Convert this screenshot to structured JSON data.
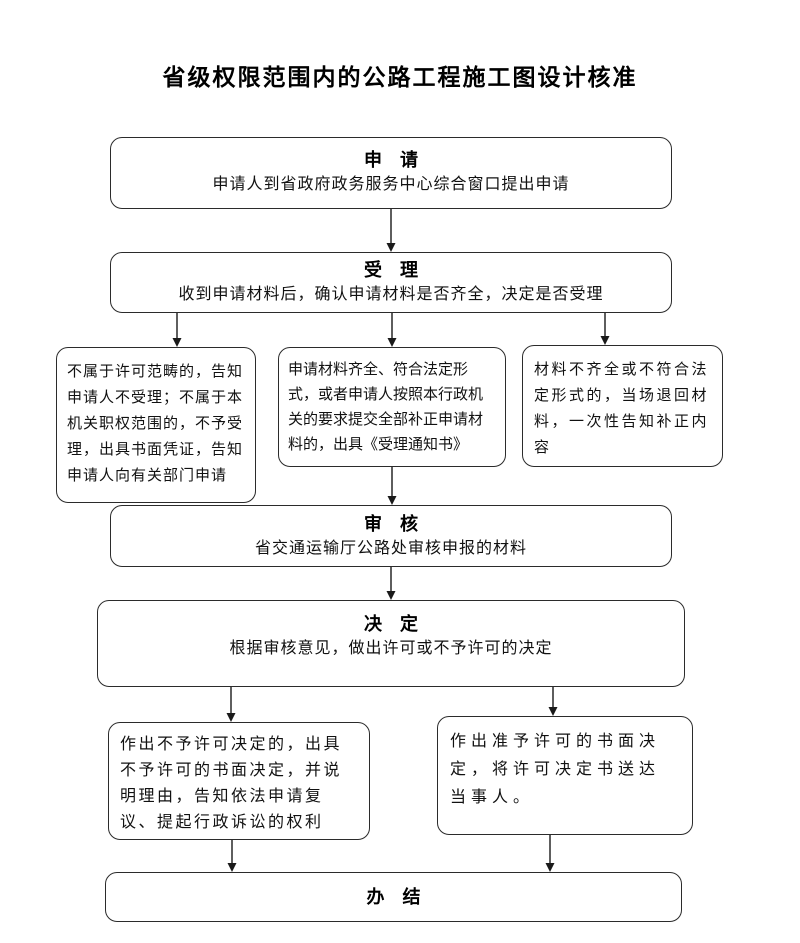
{
  "title": "省级权限范围内的公路工程施工图设计核准",
  "nodes": {
    "apply": {
      "heading": "申　请",
      "body": "申请人到省政府政务服务中心综合窗口提出申请"
    },
    "accept": {
      "heading": "受　理",
      "body": "收到申请材料后，确认申请材料是否齐全，决定是否受理"
    },
    "branch_not_accept": {
      "body": "不属于许可范畴的，告知申请人不受理；不属于本机关职权范围的，不予受理，出具书面凭证，告知申请人向有关部门申请"
    },
    "branch_accept_notice": {
      "body": "申请材料齐全、符合法定形式，或者申请人按照本行政机关的要求提交全部补正申请材料的，出具《受理通知书》"
    },
    "branch_return": {
      "body": "材料不齐全或不符合法定形式的，当场退回材料，一次性告知补正内容"
    },
    "review": {
      "heading": "审　核",
      "body": "省交通运输厅公路处审核申报的材料"
    },
    "decision": {
      "heading": "决　定",
      "body": "根据审核意见，做出许可或不予许可的决定"
    },
    "deny": {
      "body": "作出不予许可决定的，出具不予许可的书面决定，并说明理由，告知依法申请复议、提起行政诉讼的权利"
    },
    "grant": {
      "body": "作出准予许可的书面决定，将许可决定书送达当事人。"
    },
    "complete": {
      "heading": "办　结"
    }
  },
  "colors": {
    "background": "#ffffff",
    "box_border": "#2b2b2b",
    "connector": "#1a1a1a",
    "text": "#111111",
    "title_text": "#000000"
  }
}
